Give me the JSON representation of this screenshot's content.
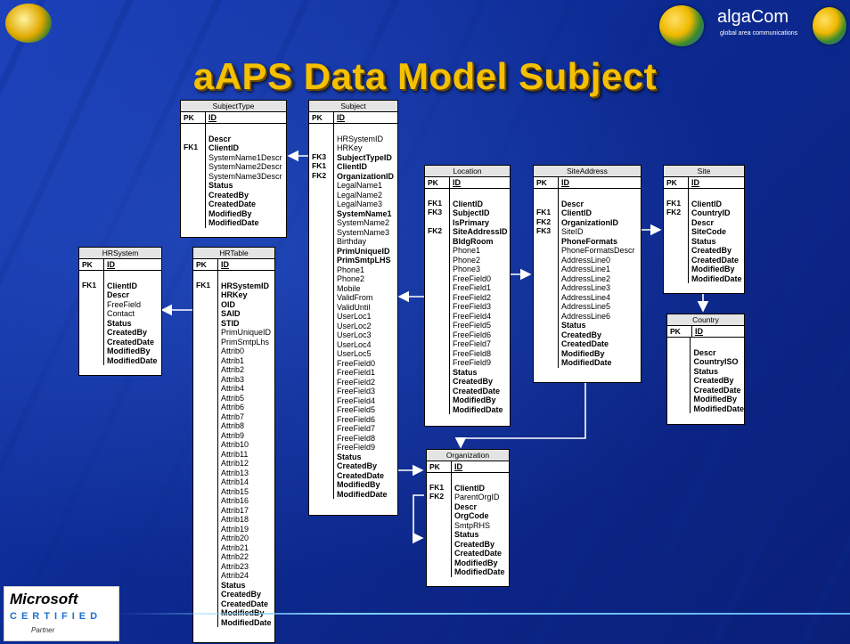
{
  "title": "aAPS Data Model Subject",
  "brand": {
    "name": "algaCom",
    "tagline": "global area communications"
  },
  "badge": {
    "word": "Microsoft",
    "certified": "CERTIFIED",
    "partner": "Partner"
  },
  "tables": [
    {
      "id": "subjecttype",
      "name": "SubjectType",
      "pk": "ID",
      "keys": [
        "FK1"
      ],
      "fields": [
        [
          "Descr",
          1
        ],
        [
          "ClientID",
          1
        ],
        [
          "SystemName1Descr",
          0
        ],
        [
          "SystemName2Descr",
          0
        ],
        [
          "SystemName3Descr",
          0
        ],
        [
          "Status",
          1
        ],
        [
          "CreatedBy",
          1
        ],
        [
          "CreatedDate",
          1
        ],
        [
          "ModifiedBy",
          1
        ],
        [
          "ModifiedDate",
          1
        ]
      ],
      "key_lines": [
        "",
        "FK1"
      ]
    },
    {
      "id": "subject",
      "name": "Subject",
      "pk": "ID",
      "keys": [],
      "fields": [
        [
          "HRSystemID",
          0
        ],
        [
          "HRKey",
          0
        ],
        [
          "SubjectTypeID",
          1
        ],
        [
          "ClientID",
          1
        ],
        [
          "OrganizationID",
          1
        ],
        [
          "LegalName1",
          0
        ],
        [
          "LegalName2",
          0
        ],
        [
          "LegalName3",
          0
        ],
        [
          "SystemName1",
          1
        ],
        [
          "SystemName2",
          0
        ],
        [
          "SystemName3",
          0
        ],
        [
          "Birthday",
          0
        ],
        [
          "PrimUniqueID",
          1
        ],
        [
          "PrimSmtpLHS",
          1
        ],
        [
          "Phone1",
          0
        ],
        [
          "Phone2",
          0
        ],
        [
          "Mobile",
          0
        ],
        [
          "ValidFrom",
          0
        ],
        [
          "ValidUntil",
          0
        ],
        [
          "UserLoc1",
          0
        ],
        [
          "UserLoc2",
          0
        ],
        [
          "UserLoc3",
          0
        ],
        [
          "UserLoc4",
          0
        ],
        [
          "UserLoc5",
          0
        ],
        [
          "FreeField0",
          0
        ],
        [
          "FreeField1",
          0
        ],
        [
          "FreeField2",
          0
        ],
        [
          "FreeField3",
          0
        ],
        [
          "FreeField4",
          0
        ],
        [
          "FreeField5",
          0
        ],
        [
          "FreeField6",
          0
        ],
        [
          "FreeField7",
          0
        ],
        [
          "FreeField8",
          0
        ],
        [
          "FreeField9",
          0
        ],
        [
          "Status",
          1
        ],
        [
          "CreatedBy",
          1
        ],
        [
          "CreatedDate",
          1
        ],
        [
          "ModifiedBy",
          1
        ],
        [
          "ModifiedDate",
          1
        ]
      ],
      "key_lines": [
        "",
        "",
        "FK3",
        "FK1",
        "FK2"
      ]
    },
    {
      "id": "location",
      "name": "Location",
      "pk": "ID",
      "keys": [],
      "fields": [
        [
          "ClientID",
          1
        ],
        [
          "SubjectID",
          1
        ],
        [
          "IsPrimary",
          1
        ],
        [
          "SiteAddressID",
          1
        ],
        [
          "BldgRoom",
          1
        ],
        [
          "Phone1",
          0
        ],
        [
          "Phone2",
          0
        ],
        [
          "Phone3",
          0
        ],
        [
          "FreeField0",
          0
        ],
        [
          "FreeField1",
          0
        ],
        [
          "FreeField2",
          0
        ],
        [
          "FreeField3",
          0
        ],
        [
          "FreeField4",
          0
        ],
        [
          "FreeField5",
          0
        ],
        [
          "FreeField6",
          0
        ],
        [
          "FreeField7",
          0
        ],
        [
          "FreeField8",
          0
        ],
        [
          "FreeField9",
          0
        ],
        [
          "Status",
          1
        ],
        [
          "CreatedBy",
          1
        ],
        [
          "CreatedDate",
          1
        ],
        [
          "ModifiedBy",
          1
        ],
        [
          "ModifiedDate",
          1
        ]
      ],
      "key_lines": [
        "FK1",
        "FK3",
        "",
        "FK2"
      ]
    },
    {
      "id": "siteaddress",
      "name": "SiteAddress",
      "pk": "ID",
      "keys": [],
      "fields": [
        [
          "Descr",
          1
        ],
        [
          "ClientID",
          1
        ],
        [
          "OrganizationID",
          1
        ],
        [
          "SiteID",
          0
        ],
        [
          "PhoneFormats",
          1
        ],
        [
          "PhoneFormatsDescr",
          0
        ],
        [
          "AddressLine0",
          0
        ],
        [
          "AddressLine1",
          0
        ],
        [
          "AddressLine2",
          0
        ],
        [
          "AddressLine3",
          0
        ],
        [
          "AddressLine4",
          0
        ],
        [
          "AddressLine5",
          0
        ],
        [
          "AddressLine6",
          0
        ],
        [
          "Status",
          1
        ],
        [
          "CreatedBy",
          1
        ],
        [
          "CreatedDate",
          1
        ],
        [
          "ModifiedBy",
          1
        ],
        [
          "ModifiedDate",
          1
        ]
      ],
      "key_lines": [
        "",
        "FK1",
        "FK2",
        "FK3"
      ]
    },
    {
      "id": "site",
      "name": "Site",
      "pk": "ID",
      "keys": [],
      "fields": [
        [
          "ClientID",
          1
        ],
        [
          "CountryID",
          1
        ],
        [
          "Descr",
          1
        ],
        [
          "SiteCode",
          1
        ],
        [
          "Status",
          1
        ],
        [
          "CreatedBy",
          1
        ],
        [
          "CreatedDate",
          1
        ],
        [
          "ModifiedBy",
          1
        ],
        [
          "ModifiedDate",
          1
        ]
      ],
      "key_lines": [
        "FK1",
        "FK2"
      ]
    },
    {
      "id": "country",
      "name": "Country",
      "pk": "ID",
      "keys": [],
      "fields": [
        [
          "Descr",
          1
        ],
        [
          "CountryISO",
          1
        ],
        [
          "Status",
          1
        ],
        [
          "CreatedBy",
          1
        ],
        [
          "CreatedDate",
          1
        ],
        [
          "ModifiedBy",
          1
        ],
        [
          "ModifiedDate",
          1
        ]
      ],
      "key_lines": []
    },
    {
      "id": "hrsystem",
      "name": "HRSystem",
      "pk": "ID",
      "keys": [],
      "fields": [
        [
          "ClientID",
          1
        ],
        [
          "Descr",
          1
        ],
        [
          "FreeField",
          0
        ],
        [
          "Contact",
          0
        ],
        [
          "Status",
          1
        ],
        [
          "CreatedBy",
          1
        ],
        [
          "CreatedDate",
          1
        ],
        [
          "ModifiedBy",
          1
        ],
        [
          "ModifiedDate",
          1
        ]
      ],
      "key_lines": [
        "FK1"
      ]
    },
    {
      "id": "hrtable",
      "name": "HRTable",
      "pk": "ID",
      "keys": [],
      "fields": [
        [
          "HRSystemID",
          1
        ],
        [
          "HRKey",
          1
        ],
        [
          "OID",
          1
        ],
        [
          "SAID",
          1
        ],
        [
          "STID",
          1
        ],
        [
          "PrimUniqueID",
          0
        ],
        [
          "PrimSmtpLhs",
          0
        ],
        [
          "Attrib0",
          0
        ],
        [
          "Attrib1",
          0
        ],
        [
          "Attrib2",
          0
        ],
        [
          "Attrib3",
          0
        ],
        [
          "Attrib4",
          0
        ],
        [
          "Attrib5",
          0
        ],
        [
          "Attrib6",
          0
        ],
        [
          "Attrib7",
          0
        ],
        [
          "Attrib8",
          0
        ],
        [
          "Attrib9",
          0
        ],
        [
          "Attrib10",
          0
        ],
        [
          "Attrib11",
          0
        ],
        [
          "Attrib12",
          0
        ],
        [
          "Attrib13",
          0
        ],
        [
          "Attrib14",
          0
        ],
        [
          "Attrib15",
          0
        ],
        [
          "Attrib16",
          0
        ],
        [
          "Attrib17",
          0
        ],
        [
          "Attrib18",
          0
        ],
        [
          "Attrib19",
          0
        ],
        [
          "Attrib20",
          0
        ],
        [
          "Attrib21",
          0
        ],
        [
          "Attrib22",
          0
        ],
        [
          "Attrib23",
          0
        ],
        [
          "Attrib24",
          0
        ],
        [
          "Status",
          1
        ],
        [
          "CreatedBy",
          1
        ],
        [
          "CreatedDate",
          1
        ],
        [
          "ModifiedBy",
          1
        ],
        [
          "ModifiedDate",
          1
        ]
      ],
      "key_lines": [
        "FK1"
      ]
    },
    {
      "id": "organization",
      "name": "Organization",
      "pk": "ID",
      "keys": [],
      "fields": [
        [
          "ClientID",
          1
        ],
        [
          "ParentOrgID",
          0
        ],
        [
          "Descr",
          1
        ],
        [
          "OrgCode",
          1
        ],
        [
          "SmtpRHS",
          0
        ],
        [
          "Status",
          1
        ],
        [
          "CreatedBy",
          1
        ],
        [
          "CreatedDate",
          1
        ],
        [
          "ModifiedBy",
          1
        ],
        [
          "ModifiedDate",
          1
        ]
      ],
      "key_lines": [
        "FK1",
        "FK2"
      ]
    }
  ]
}
